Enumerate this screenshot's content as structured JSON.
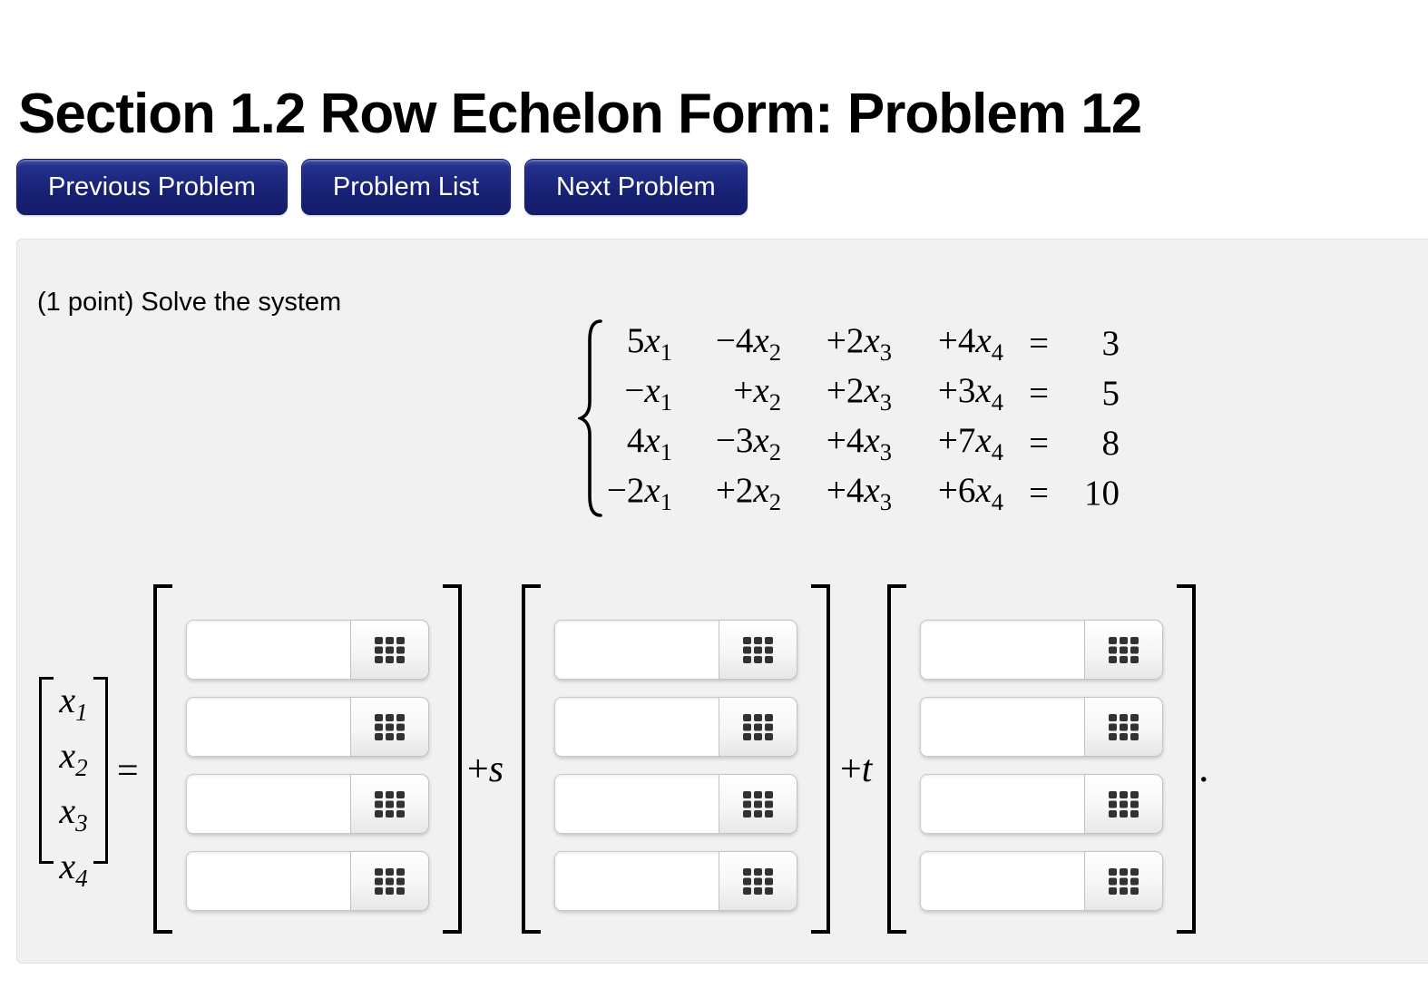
{
  "page": {
    "title": "Section 1.2 Row Echelon Form: Problem 12"
  },
  "nav": {
    "buttons": [
      {
        "label": "Previous Problem"
      },
      {
        "label": "Problem List"
      },
      {
        "label": "Next Problem"
      }
    ]
  },
  "problem": {
    "points_label": "(1 point)",
    "prompt": "Solve the system"
  },
  "system": {
    "rows": [
      {
        "terms": [
          "5x_1",
          "−4x_2",
          "+2x_3",
          "+4x_4"
        ],
        "eq": "=",
        "rhs": "3"
      },
      {
        "terms": [
          "−x_1",
          "+x_2",
          "+2x_3",
          "+3x_4"
        ],
        "eq": "=",
        "rhs": "5"
      },
      {
        "terms": [
          "4x_1",
          "−3x_2",
          "+4x_3",
          "+7x_4"
        ],
        "eq": "=",
        "rhs": "8"
      },
      {
        "terms": [
          "−2x_1",
          "+2x_2",
          "+4x_3",
          "+6x_4"
        ],
        "eq": "=",
        "rhs": "10"
      }
    ]
  },
  "answer": {
    "vector_entries": [
      "x_1",
      "x_2",
      "x_3",
      "x_4"
    ],
    "equals": "=",
    "plus_s_sign": "+",
    "plus_s_var": "s",
    "plus_t_sign": "+",
    "plus_t_var": "t",
    "period": ".",
    "matrices": [
      {
        "name": "particular-solution",
        "inputs": [
          {
            "value": ""
          },
          {
            "value": ""
          },
          {
            "value": ""
          },
          {
            "value": ""
          }
        ]
      },
      {
        "name": "s-direction",
        "inputs": [
          {
            "value": ""
          },
          {
            "value": ""
          },
          {
            "value": ""
          },
          {
            "value": ""
          }
        ]
      },
      {
        "name": "t-direction",
        "inputs": [
          {
            "value": ""
          },
          {
            "value": ""
          },
          {
            "value": ""
          },
          {
            "value": ""
          }
        ]
      }
    ],
    "input_icon": "grid-icon"
  },
  "colors": {
    "button_navy": "#1b2380",
    "panel_bg": "#f1f1f1",
    "icon_dark": "#323232"
  }
}
